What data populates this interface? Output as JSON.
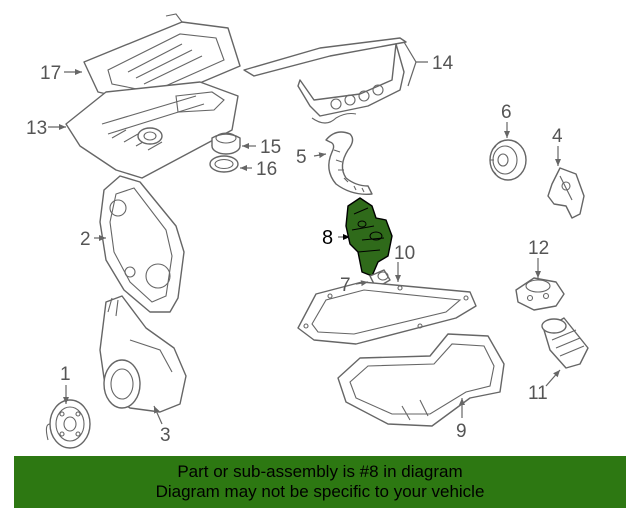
{
  "diagram": {
    "callouts": [
      "1",
      "2",
      "3",
      "4",
      "5",
      "6",
      "7",
      "8",
      "9",
      "10",
      "11",
      "12",
      "13",
      "14",
      "15",
      "16",
      "17"
    ],
    "highlighted_part": "8"
  },
  "banner": {
    "line1": "Part or sub-assembly is #8 in diagram",
    "line2": "Diagram may not be specific to your vehicle"
  },
  "colors": {
    "highlight_part": "#2f6a1a",
    "banner_background": "#2d7812",
    "line_art": "#666666"
  }
}
